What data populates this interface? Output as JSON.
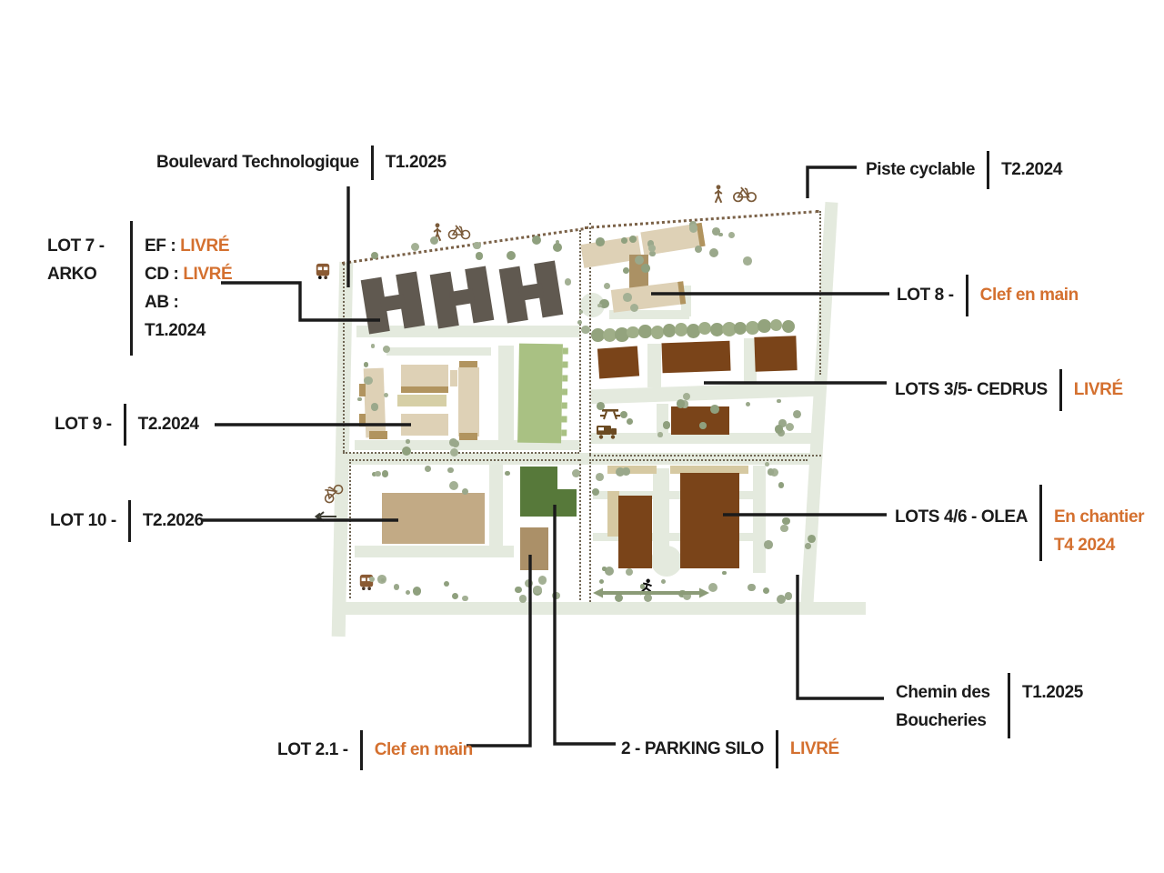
{
  "colors": {
    "accent_orange": "#d4702f",
    "ink": "#1b1b1b",
    "road": "#e4eade",
    "building_dark_gray": "#605950",
    "building_brown": "#7a4419",
    "building_beige": "#ded1b6",
    "building_tan": "#c2aa85",
    "building_tan_dark": "#ab9068",
    "parking_silo_green": "#57793a",
    "building_light_green": "#a9c183",
    "tree_olive": "#9aa88b",
    "dotted_path_brown": "#7a6147"
  },
  "callouts": {
    "boulevard": {
      "name": "Boulevard Technologique",
      "status": "T1.2025"
    },
    "piste": {
      "name": "Piste cyclable",
      "status": "T2.2024"
    },
    "lot7": {
      "name_line1": "LOT 7 -",
      "name_line2": "ARKO",
      "rows": [
        {
          "k": "EF : ",
          "v": "LIVRÉ"
        },
        {
          "k": "CD : ",
          "v": "LIVRÉ"
        },
        {
          "k": "AB :",
          "v": ""
        },
        {
          "k": "T1.2024",
          "v": ""
        }
      ]
    },
    "lot8": {
      "name": "LOT 8 -",
      "status": "Clef en main"
    },
    "cedrus": {
      "name": "LOTS 3/5- CEDRUS",
      "status": "LIVRÉ"
    },
    "lot9": {
      "name": "LOT 9 -",
      "status": "T2.2024"
    },
    "lot10": {
      "name": "LOT 10 -",
      "status": "T2.2026"
    },
    "olea": {
      "name": "LOTS 4/6 - OLEA",
      "status_line1": "En chantier",
      "status_line2": "T4 2024"
    },
    "chemin": {
      "name_line1": "Chemin des",
      "name_line2": "Boucheries",
      "status": "T1.2025"
    },
    "lot21": {
      "name": "LOT 2.1 -",
      "status": "Clef en main"
    },
    "silo": {
      "name": "2 - PARKING SILO",
      "status": "LIVRÉ"
    }
  },
  "map_icons": [
    "bus-icon",
    "pedestrian-icon",
    "bicycle-icon",
    "picnic-table-icon",
    "food-truck-icon",
    "running-person-icon",
    "left-arrow-icon",
    "double-arrow-icon"
  ]
}
